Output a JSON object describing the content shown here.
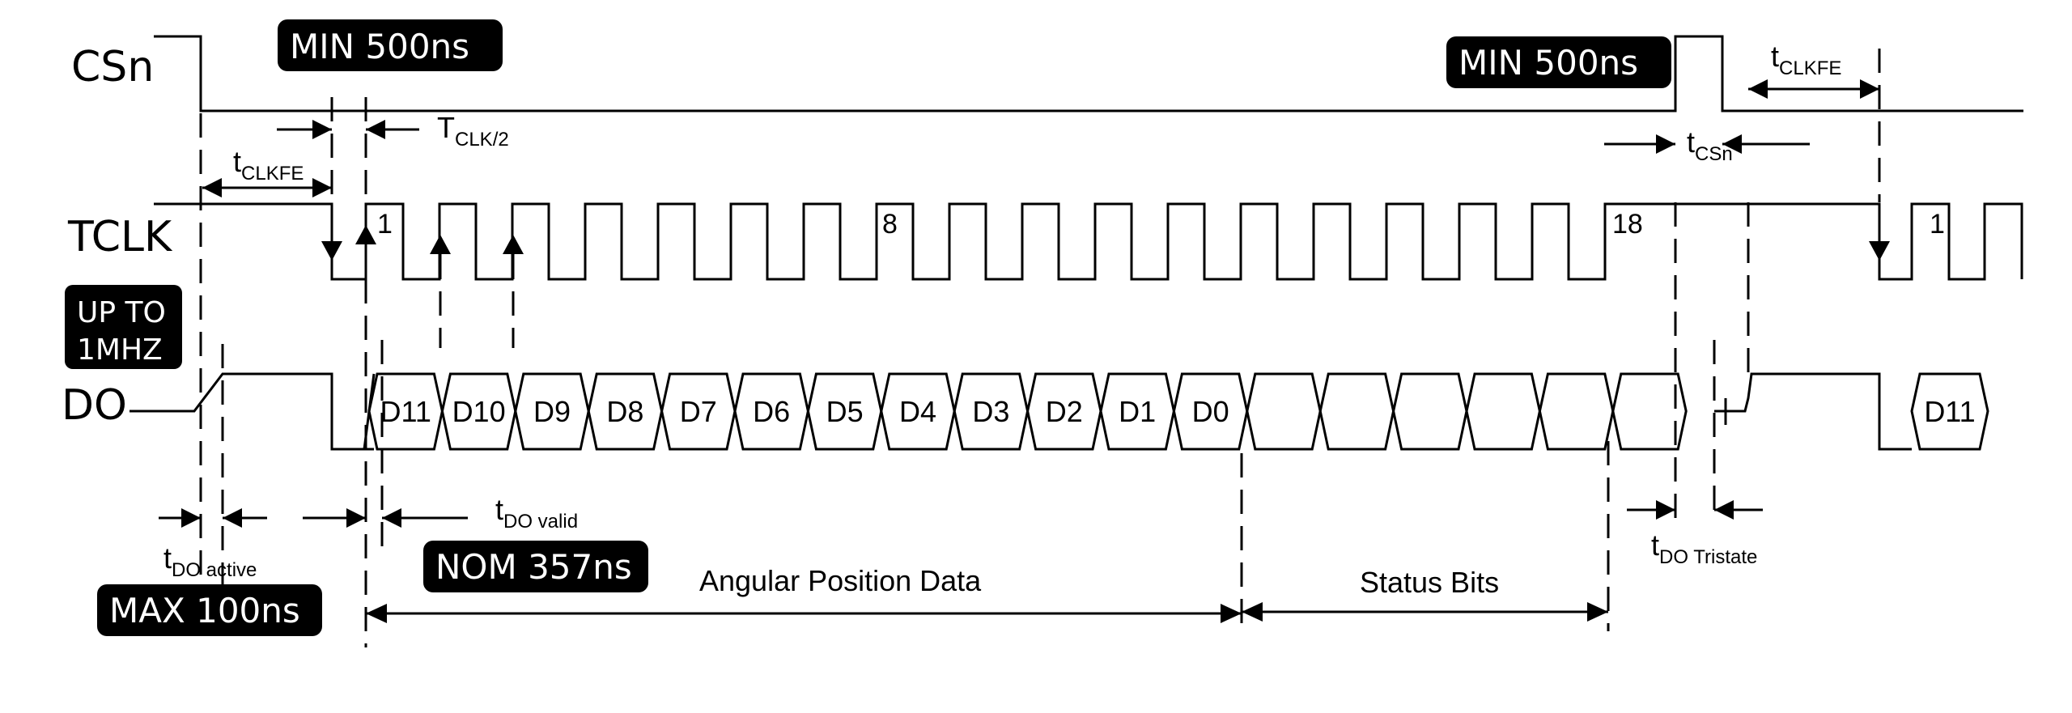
{
  "signals": {
    "csn": "CSn",
    "tclk": "TCLK",
    "do": "DO"
  },
  "clock_labels": {
    "first": "1",
    "eighth": "8",
    "eighteenth": "18",
    "next_first": "1"
  },
  "data_bits": [
    "D11",
    "D10",
    "D9",
    "D8",
    "D7",
    "D6",
    "D5",
    "D4",
    "D3",
    "D2",
    "D1",
    "D0"
  ],
  "next_bit": "D11",
  "timing": {
    "tclk2": {
      "main": "T",
      "sub": "CLK/2"
    },
    "tclkfe_start": {
      "main": "t",
      "sub": "CLKFE"
    },
    "tclkfe_end": {
      "main": "t",
      "sub": "CLKFE"
    },
    "tcsn": {
      "main": "t",
      "sub": "CSn"
    },
    "tdo_valid": {
      "main": "t",
      "sub": "DO valid"
    },
    "tdo_active": {
      "main": "t",
      "sub": "DO active"
    },
    "tdo_tristate": {
      "main": "t",
      "sub": "DO Tristate"
    }
  },
  "spans": {
    "angular": "Angular Position Data",
    "status": "Status Bits"
  },
  "badges": {
    "min_left": "MIN 500ns",
    "min_right": "MIN 500ns",
    "upto_line1": "UP TO",
    "upto_line2": "1MHZ",
    "nom": "NOM 357ns",
    "max": "MAX 100ns"
  }
}
